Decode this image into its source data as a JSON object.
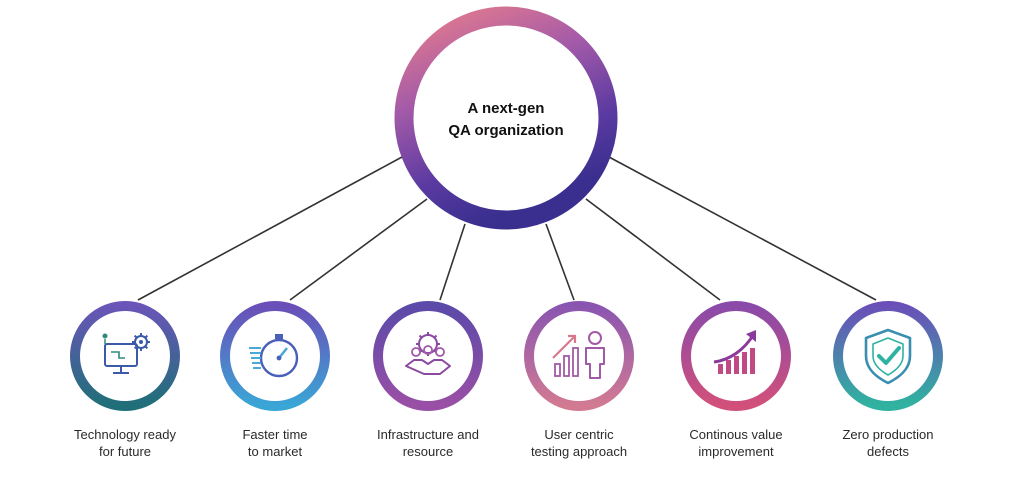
{
  "hub": {
    "title_line1": "A next-gen",
    "title_line2": "QA organization",
    "gradient": [
      "#e87d8c",
      "#a35aa8",
      "#5b3aa1",
      "#3a2f8f"
    ]
  },
  "line_color": "#333333",
  "nodes": [
    {
      "id": "technology",
      "icon": "monitor-gear-icon",
      "label_line1": "Technology ready",
      "label_line2": "for future",
      "ring": [
        "#6a55b8",
        "#1f6f78"
      ],
      "icon_color": "#3b5aa8",
      "icon_accent": "#2e8a7a"
    },
    {
      "id": "faster",
      "icon": "stopwatch-icon",
      "label_line1": "Faster time",
      "label_line2": "to market",
      "ring": [
        "#6a4fb8",
        "#3aa6d6"
      ],
      "icon_color": "#4a5fb8",
      "icon_accent": "#4aa8d8"
    },
    {
      "id": "infrastructure",
      "icon": "team-handshake-icon",
      "label_line1": "Infrastructure and",
      "label_line2": "resource",
      "ring": [
        "#5b4aa8",
        "#9a4fa6"
      ],
      "icon_color": "#8a4aa0",
      "icon_accent": "#a15aa8"
    },
    {
      "id": "user-centric",
      "icon": "growth-person-icon",
      "label_line1": "User centric",
      "label_line2": "testing approach",
      "ring": [
        "#8a55b0",
        "#d27a92"
      ],
      "icon_color": "#a25aa6",
      "icon_accent": "#d9788c"
    },
    {
      "id": "continuous",
      "icon": "rising-bars-icon",
      "label_line1": "Continous value",
      "label_line2": "improvement",
      "ring": [
        "#8a4aa8",
        "#d2507a"
      ],
      "icon_color": "#c04a84",
      "icon_accent": "#8a3a9a"
    },
    {
      "id": "zero-defects",
      "icon": "shield-check-icon",
      "label_line1": "Zero production",
      "label_line2": "defects",
      "ring": [
        "#6a4fb8",
        "#2fb3a0"
      ],
      "icon_color": "#3a8fb0",
      "icon_accent": "#2fb3a0"
    }
  ]
}
